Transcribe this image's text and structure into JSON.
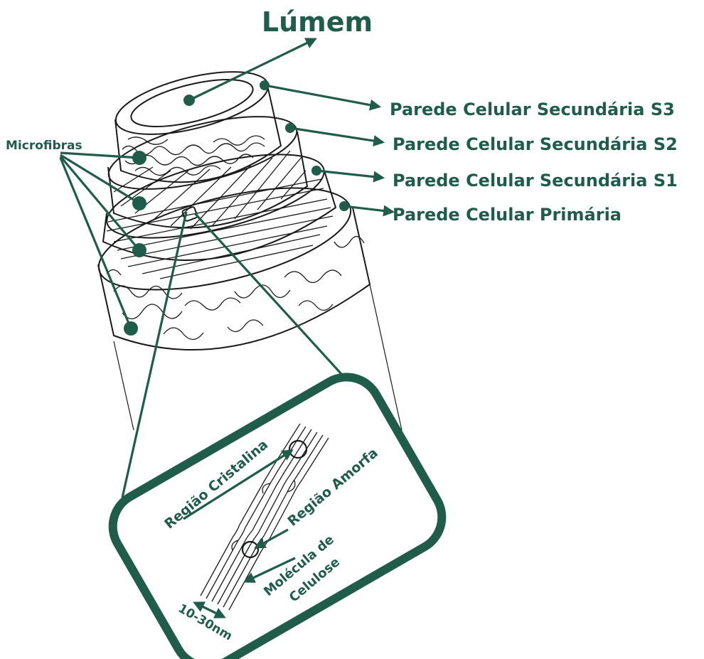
{
  "title": "Lúmem",
  "layers": [
    {
      "label": "Parede Celular Secundária S3"
    },
    {
      "label": "Parede Celular Secundária S2"
    },
    {
      "label": "Parede Celular Secundária S1"
    },
    {
      "label": "Parede Celular Primária"
    }
  ],
  "microfibrils_label": "Microfibras",
  "inset": {
    "crystalline": "Região Cristalina",
    "amorphous": "Região Amorfa",
    "molecule_line1": "Molécula de",
    "molecule_line2": "Celulose",
    "scale": "10-30nm"
  },
  "colors": {
    "accent": "#1f5c4a",
    "ink": "#1a1a1a",
    "background": "#ffffff"
  }
}
